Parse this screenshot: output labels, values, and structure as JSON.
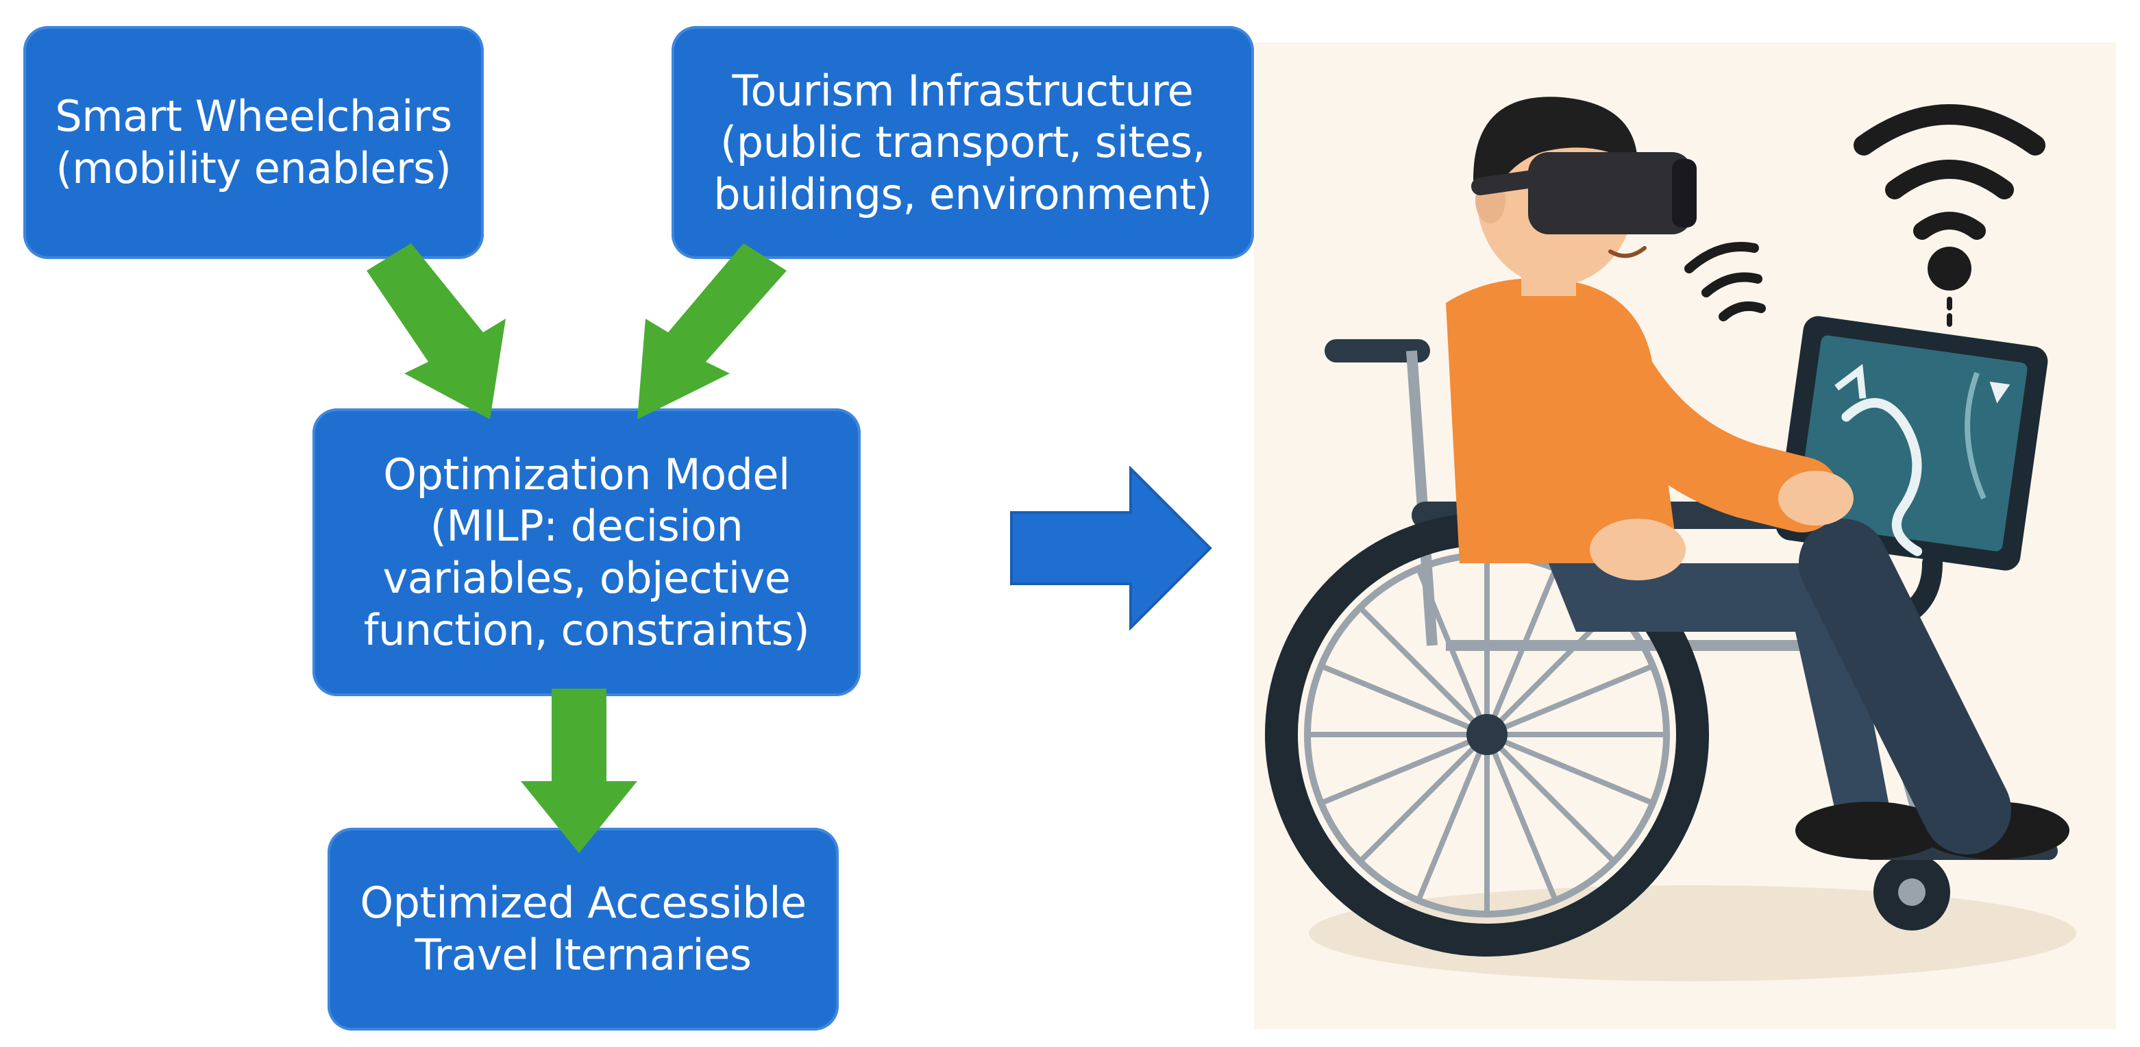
{
  "diagram": {
    "boxes": {
      "smart_wheelchairs": "Smart Wheelchairs\n(mobility enablers)",
      "tourism_infrastructure": "Tourism Infrastructure\n(public transport, sites,\nbuildings, environment)",
      "optimization_model": "Optimization Model\n(MILP: decision\nvariables, objective\nfunction, constraints)",
      "optimized_itineraries": "Optimized Accessible\nTravel Iternaries"
    },
    "colors": {
      "box_fill": "#1f6fd1",
      "flow_arrow": "#4aad32",
      "big_arrow": "#1f6fd1",
      "illustration_bg": "#fcf5ec"
    }
  },
  "illustration": {
    "subject": "person in wheelchair wearing VR headset using a tablet with map",
    "icons": [
      "vr-headset-icon",
      "wifi-icon",
      "tablet-map-icon",
      "wheelchair-icon"
    ]
  }
}
